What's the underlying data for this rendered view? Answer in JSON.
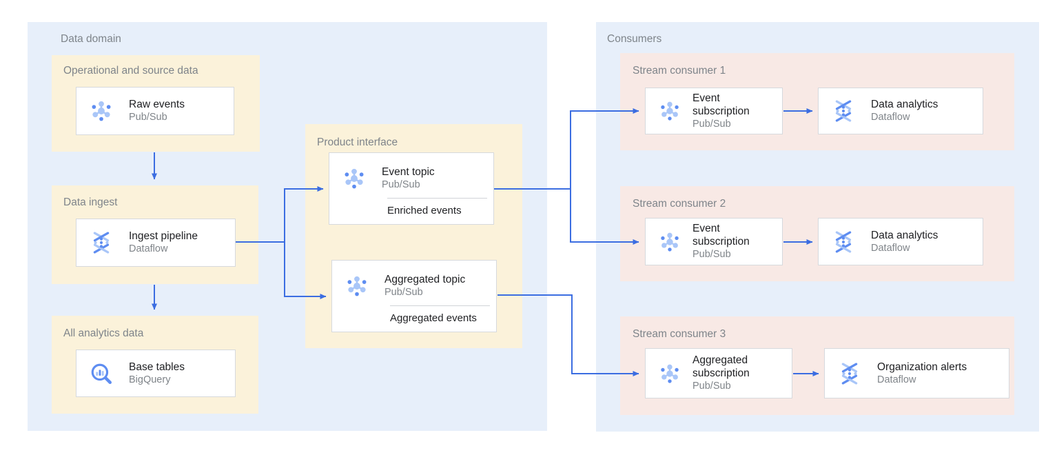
{
  "colors": {
    "accent": "#3B6DE1",
    "panel_blue": "#E7EFFA",
    "panel_cream": "#FBF2DA",
    "panel_pink": "#F8E9E5",
    "card_border": "#D6D9DD",
    "divider": "#D0D3D7",
    "text_dark": "#202124",
    "text_gray": "#7F8489",
    "label_gray": "#7E848A",
    "icon_light": "#A9C6F8",
    "icon_medium": "#5E8DF1"
  },
  "dd": {
    "label": "Data domain",
    "operational": {
      "label": "Operational and source data",
      "card": {
        "title": "Raw events",
        "subtitle": "Pub/Sub",
        "icon": "pubsub"
      }
    },
    "ingest": {
      "label": "Data ingest",
      "card": {
        "title": "Ingest pipeline",
        "subtitle": "Dataflow",
        "icon": "dataflow"
      }
    },
    "analytics": {
      "label": "All analytics data",
      "card": {
        "title": "Base tables",
        "subtitle": "BigQuery",
        "icon": "bigquery"
      }
    },
    "product": {
      "label": "Product interface",
      "event_topic": {
        "title": "Event topic",
        "subtitle": "Pub/Sub",
        "note": "Enriched events",
        "icon": "pubsub"
      },
      "aggregated_topic": {
        "title": "Aggregated topic",
        "subtitle": "Pub/Sub",
        "note": "Aggregated events",
        "icon": "pubsub"
      }
    }
  },
  "consumers": {
    "label": "Consumers",
    "stream1": {
      "label": "Stream consumer 1",
      "source": {
        "title": "Event subscription",
        "subtitle": "Pub/Sub",
        "icon": "pubsub"
      },
      "sink": {
        "title": "Data analytics",
        "subtitle": "Dataflow",
        "icon": "dataflow"
      }
    },
    "stream2": {
      "label": "Stream consumer 2",
      "source": {
        "title": "Event subscription",
        "subtitle": "Pub/Sub",
        "icon": "pubsub"
      },
      "sink": {
        "title": "Data analytics",
        "subtitle": "Dataflow",
        "icon": "dataflow"
      }
    },
    "stream3": {
      "label": "Stream consumer 3",
      "source": {
        "title": "Aggregated subscription",
        "subtitle": "Pub/Sub",
        "icon": "pubsub"
      },
      "sink": {
        "title": "Organization alerts",
        "subtitle": "Dataflow",
        "icon": "dataflow"
      }
    }
  }
}
